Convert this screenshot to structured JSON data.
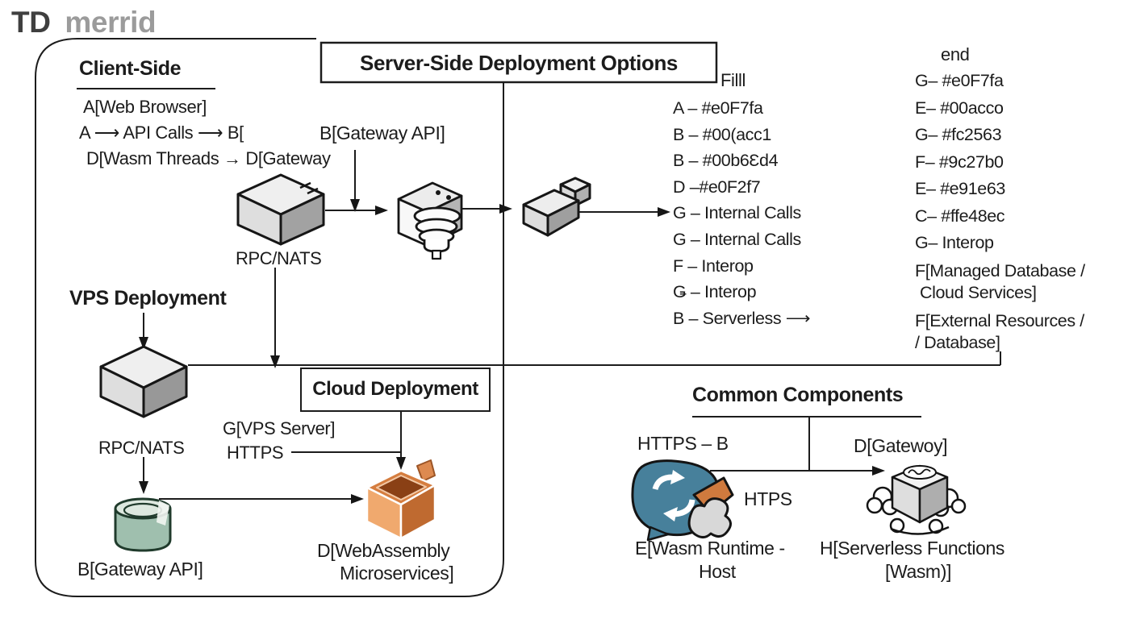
{
  "title": {
    "prefix": "TD",
    "name": "merrid"
  },
  "client_side": {
    "heading": "Client-Side",
    "lines": [
      "A[Web Browser]",
      "A ⟶ API Calls ⟶ B[",
      "D[Wasm Threads → D[Gateway"
    ]
  },
  "server_side": {
    "heading": "Server-Side Deployment Options"
  },
  "labels": {
    "gateway_api_top": "B[Gateway API]",
    "rpc_nats_top": "RPC/NATS",
    "rpc_nats_left": "RPC/NATS",
    "gateway_api_bottom": "B[Gateway API]",
    "vps_server": "G[VPS Server]",
    "https": "HTTPS"
  },
  "fill_list": {
    "heading": "Filll",
    "items": [
      "A – #e0F7fa",
      "B – #00(acc1",
      "B – #00b6Ɛd4",
      "D –#e0F2f7",
      "G – Internal Calls",
      "G – Internal Calls",
      "F – Interop",
      "Ǥ – Interop",
      "B – Serverless ⟶"
    ]
  },
  "end_list": {
    "heading": "end",
    "items": [
      "G– #e0F7fa",
      "E– #00acco",
      "G– #fc2563",
      "F– #9c27b0",
      "E– #e91e63",
      "C– #ffe48ec",
      "G– Interop",
      "F[Managed Database /",
      "Cloud Services]",
      "F[External Resources /",
      "/ Database]"
    ]
  },
  "vps": {
    "heading": "VPS Deployment"
  },
  "cloud": {
    "heading": "Cloud Deployment",
    "wasm_box_line1": "D[WebAssembly",
    "wasm_box_line2": "Microservices]"
  },
  "common": {
    "heading": "Common Components",
    "https_b": "HTTPS – B",
    "gateway": "D[Gatewoy]",
    "htps": "HTPS",
    "runtime_line1": "E[Wasm Runtime -",
    "runtime_line2": "Host",
    "serverless_line1": "H[Serverless Functions",
    "serverless_line2": "[Wasm)]"
  },
  "palette": {
    "line": "#1c1c1c",
    "cube_top": "#efefef",
    "cube_left": "#dedede",
    "cube_right": "#a2a2a2",
    "cylinder_green": "#9fbfae",
    "wasm_orange_dark": "#bf6a30",
    "wasm_orange_light": "#f0a96e",
    "runtime_teal": "#47809b",
    "runtime_orange": "#cf7a3e",
    "paw_gray": "#d8d8d8"
  }
}
